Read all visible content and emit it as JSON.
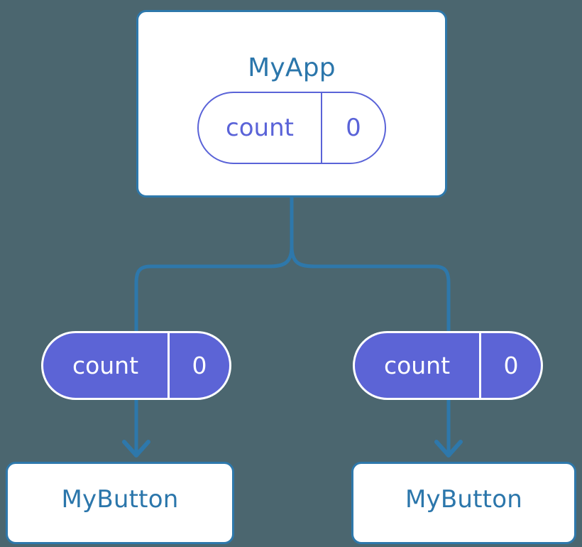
{
  "diagram": {
    "type": "component-tree",
    "background_color": "#4b666f",
    "accent_blue": "#2e78ab",
    "accent_purple": "#5c64d6",
    "root": {
      "name": "root-component",
      "title": "MyApp",
      "state": {
        "key": "count",
        "value": "0"
      }
    },
    "children": [
      {
        "name": "child-left",
        "title": "MyButton",
        "props": {
          "key": "count",
          "value": "0"
        }
      },
      {
        "name": "child-right",
        "title": "MyButton",
        "props": {
          "key": "count",
          "value": "0"
        }
      }
    ],
    "connectors": [
      {
        "name": "root-to-fork",
        "from": "root-component",
        "to": "fork-junction",
        "arrow": false
      },
      {
        "name": "fork-to-left-props",
        "from": "fork-junction",
        "to": "child-left-props",
        "arrow": false
      },
      {
        "name": "fork-to-right-props",
        "from": "fork-junction",
        "to": "child-right-props",
        "arrow": false
      },
      {
        "name": "left-props-to-child",
        "from": "child-left-props",
        "to": "child-left",
        "arrow": true
      },
      {
        "name": "right-props-to-child",
        "from": "child-right-props",
        "to": "child-right",
        "arrow": true
      }
    ]
  }
}
